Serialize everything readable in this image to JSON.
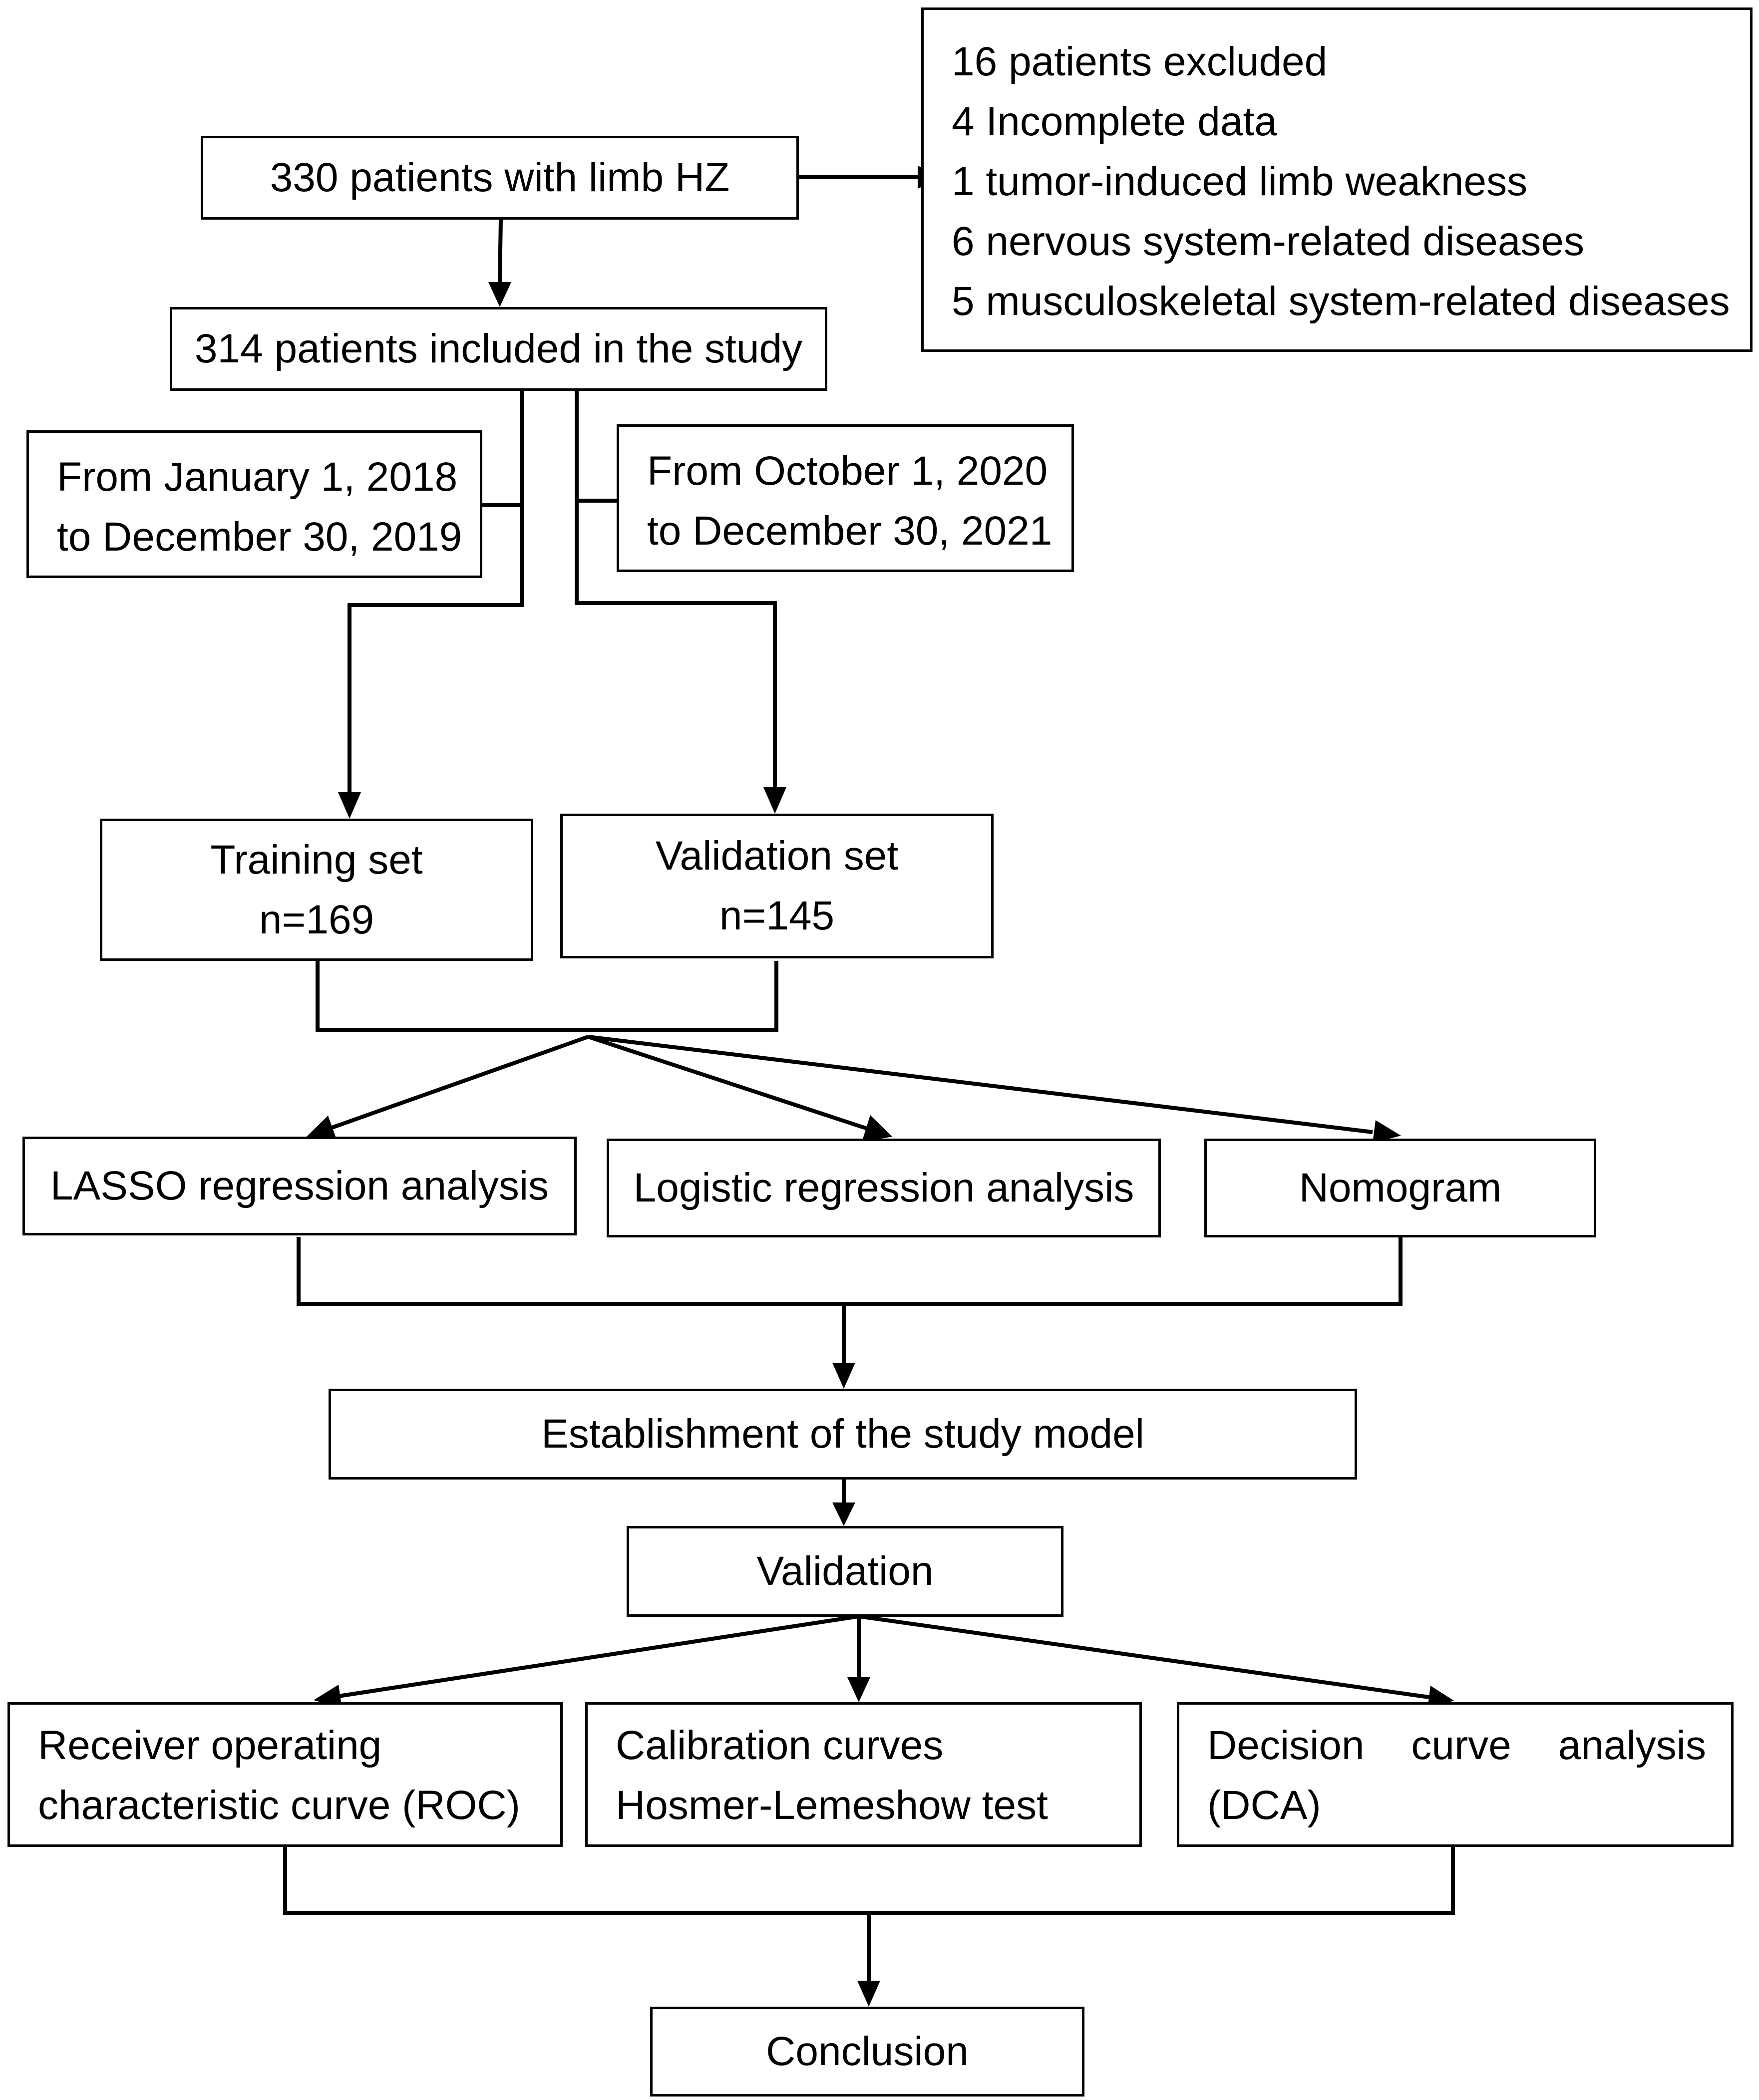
{
  "start": "330 patients with limb HZ",
  "excluded": {
    "lines": [
      "16 patients excluded",
      "4 Incomplete data",
      "1 tumor-induced limb weakness",
      "6 nervous system-related diseases",
      "5 musculoskeletal system-related diseases"
    ]
  },
  "included": "314 patients included in the study",
  "period_training": {
    "line1": "From January 1, 2018",
    "line2": "to December 30, 2019"
  },
  "period_validation": {
    "line1": "From October 1, 2020",
    "line2": "to December 30, 2021"
  },
  "training_set": {
    "label": "Training set",
    "n": "n=169"
  },
  "validation_set": {
    "label": "Validation set",
    "n": "n=145"
  },
  "methods": [
    "LASSO regression analysis",
    "Logistic regression analysis",
    "Nomogram"
  ],
  "model": "Establishment of the study model",
  "validation": "Validation",
  "evaluations": {
    "roc": {
      "line1": "Receiver operating",
      "line2": "characteristic curve (ROC)"
    },
    "calibration": {
      "line1": "Calibration curves",
      "line2": "Hosmer-Lemeshow test"
    },
    "dca": {
      "line1": "Decision curve analysis",
      "line2": "(DCA)"
    }
  },
  "conclusion": "Conclusion",
  "colors": {
    "line": "#000000",
    "background": "#ffffff"
  }
}
